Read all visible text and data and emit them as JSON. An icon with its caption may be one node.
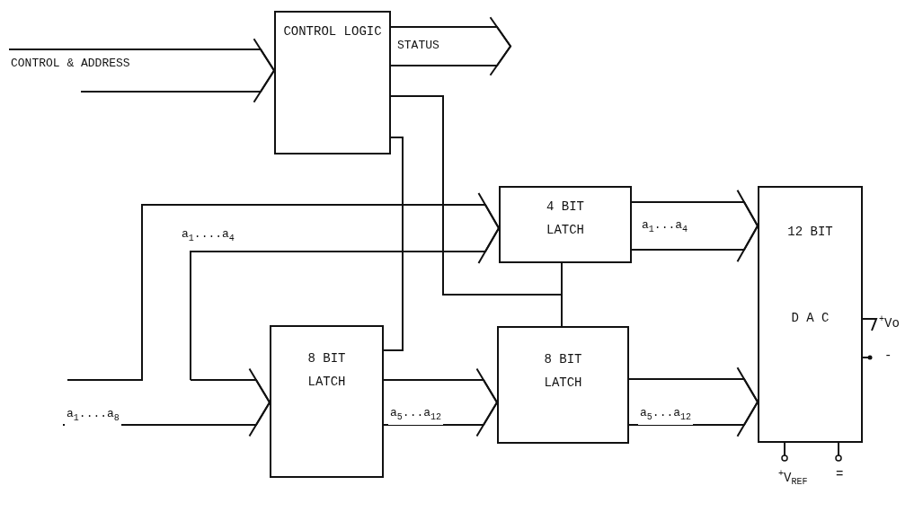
{
  "diagram": {
    "nodes": [
      {
        "text": [
          "CONTROL LOGIC"
        ]
      },
      {
        "text": [
          "4 BIT LATCH"
        ]
      },
      {
        "text": [
          "8 BIT LATCH"
        ]
      },
      {
        "text": [
          "8 BIT LATCH"
        ]
      },
      {
        "text": [
          "12 BIT",
          "D A C"
        ]
      }
    ],
    "edges": [
      {
        "from": null,
        "to": 0,
        "arrow": "to",
        "label": "CONTROL & ADDRESS"
      },
      {
        "from": 0,
        "to": null,
        "arrow": "to",
        "label": "STATUS"
      },
      {
        "from": null,
        "to": 1,
        "arrow": "to",
        "label": "a$_{1}$....a$_{4}$"
      },
      {
        "from": null,
        "to": 2,
        "arrow": "to",
        "label": "a$_{1}$....a$_{8}$"
      },
      {
        "from": 2,
        "to": 3,
        "arrow": "to",
        "label": "a$_{5}$...a$_{12}$"
      },
      {
        "from": 1,
        "to": 4,
        "arrow": "to",
        "label": "a$_{1}$...a$_{4}$"
      },
      {
        "from": 3,
        "to": 4,
        "arrow": "to",
        "label": "a$_{5}$...a$_{12}$"
      },
      {
        "from": 0,
        "to": 2,
        "arrow": "none"
      },
      {
        "from": 0,
        "to": 1,
        "arrow": "none"
      },
      {
        "from": 0,
        "to": 3,
        "arrow": "none"
      }
    ],
    "labels": [
      "$^{+}$Vo",
      "-",
      "$^{+}$V$_{REF}$",
      "="
    ]
  }
}
